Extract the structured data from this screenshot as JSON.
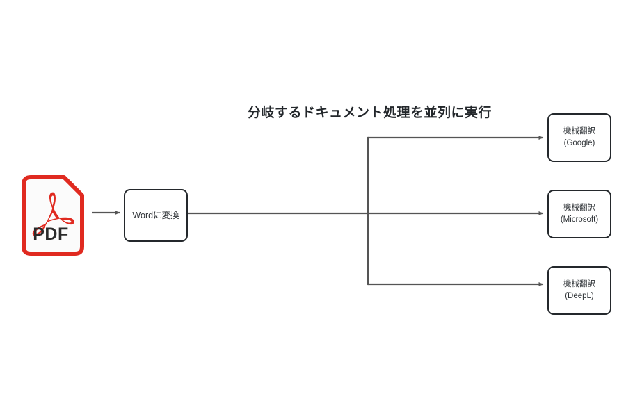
{
  "diagram": {
    "title": "分岐するドキュメント処理を並列に実行",
    "background_color": "#ffffff",
    "connector_color": "#555555",
    "node_border_color": "#24282c",
    "accent_color": "#e02a20",
    "source": {
      "id": "pdf-source",
      "label": "PDF",
      "icon": "pdf-document-icon"
    },
    "process": {
      "id": "word-convert",
      "label": "Wordに変換"
    },
    "branches": [
      {
        "id": "machine-translation-google",
        "line1": "機械翻訳",
        "line2": "(Google)"
      },
      {
        "id": "machine-translation-microsoft",
        "line1": "機械翻訳",
        "line2": "(Microsoft)"
      },
      {
        "id": "machine-translation-deepl",
        "line1": "機械翻訳",
        "line2": "(DeepL)"
      }
    ],
    "edges": [
      {
        "id": "edge-pdf-to-word",
        "from": "pdf-source",
        "to": "word-convert"
      },
      {
        "id": "edge-word-to-split",
        "from": "word-convert",
        "to": "split-point"
      },
      {
        "id": "edge-split-to-google",
        "from": "split-point",
        "to": "machine-translation-google"
      },
      {
        "id": "edge-split-to-microsoft",
        "from": "split-point",
        "to": "machine-translation-microsoft"
      },
      {
        "id": "edge-split-to-deepl",
        "from": "split-point",
        "to": "machine-translation-deepl"
      }
    ]
  }
}
